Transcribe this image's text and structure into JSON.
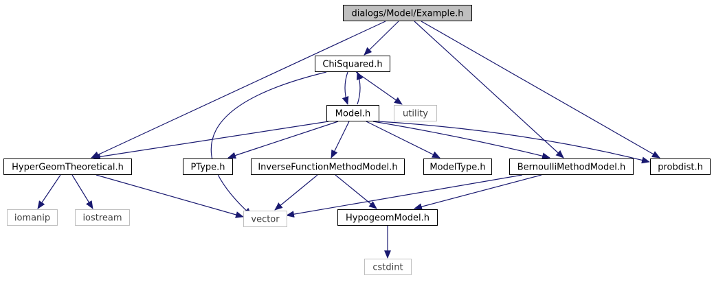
{
  "colors": {
    "edge": "#191970",
    "node_border": "#000000",
    "external_border": "#bfbfbf",
    "external_text": "#404040",
    "root_fill": "#bfbfbf",
    "node_fill": "#ffffff",
    "text": "#000000"
  },
  "nodes": [
    {
      "id": "example",
      "label": "dialogs/Model/Example.h",
      "kind": "root"
    },
    {
      "id": "chisquared",
      "label": "ChiSquared.h",
      "kind": "local"
    },
    {
      "id": "utility",
      "label": "utility",
      "kind": "external"
    },
    {
      "id": "model",
      "label": "Model.h",
      "kind": "local"
    },
    {
      "id": "hypergeom",
      "label": "HyperGeomTheoretical.h",
      "kind": "local"
    },
    {
      "id": "ptype",
      "label": "PType.h",
      "kind": "local"
    },
    {
      "id": "inverse",
      "label": "InverseFunctionMethodModel.h",
      "kind": "local"
    },
    {
      "id": "modeltype",
      "label": "ModelType.h",
      "kind": "local"
    },
    {
      "id": "bernoulli",
      "label": "BernoulliMethodModel.h",
      "kind": "local"
    },
    {
      "id": "probdist",
      "label": "probdist.h",
      "kind": "local"
    },
    {
      "id": "iomanip",
      "label": "iomanip",
      "kind": "external"
    },
    {
      "id": "iostream",
      "label": "iostream",
      "kind": "external"
    },
    {
      "id": "vector",
      "label": "vector",
      "kind": "external"
    },
    {
      "id": "hypogeom",
      "label": "HypogeomModel.h",
      "kind": "local"
    },
    {
      "id": "cstdint",
      "label": "cstdint",
      "kind": "external"
    }
  ],
  "edges": [
    {
      "from": "example",
      "to": "chisquared"
    },
    {
      "from": "example",
      "to": "hypergeom"
    },
    {
      "from": "example",
      "to": "bernoulli"
    },
    {
      "from": "example",
      "to": "probdist"
    },
    {
      "from": "chisquared",
      "to": "model"
    },
    {
      "from": "chisquared",
      "to": "utility"
    },
    {
      "from": "chisquared",
      "to": "vector"
    },
    {
      "from": "model",
      "to": "chisquared"
    },
    {
      "from": "model",
      "to": "hypergeom"
    },
    {
      "from": "model",
      "to": "ptype"
    },
    {
      "from": "model",
      "to": "inverse"
    },
    {
      "from": "model",
      "to": "modeltype"
    },
    {
      "from": "model",
      "to": "bernoulli"
    },
    {
      "from": "model",
      "to": "probdist"
    },
    {
      "from": "hypergeom",
      "to": "iomanip"
    },
    {
      "from": "hypergeom",
      "to": "iostream"
    },
    {
      "from": "hypergeom",
      "to": "vector"
    },
    {
      "from": "inverse",
      "to": "vector"
    },
    {
      "from": "inverse",
      "to": "hypogeom"
    },
    {
      "from": "bernoulli",
      "to": "vector"
    },
    {
      "from": "bernoulli",
      "to": "hypogeom"
    },
    {
      "from": "hypogeom",
      "to": "cstdint"
    }
  ]
}
